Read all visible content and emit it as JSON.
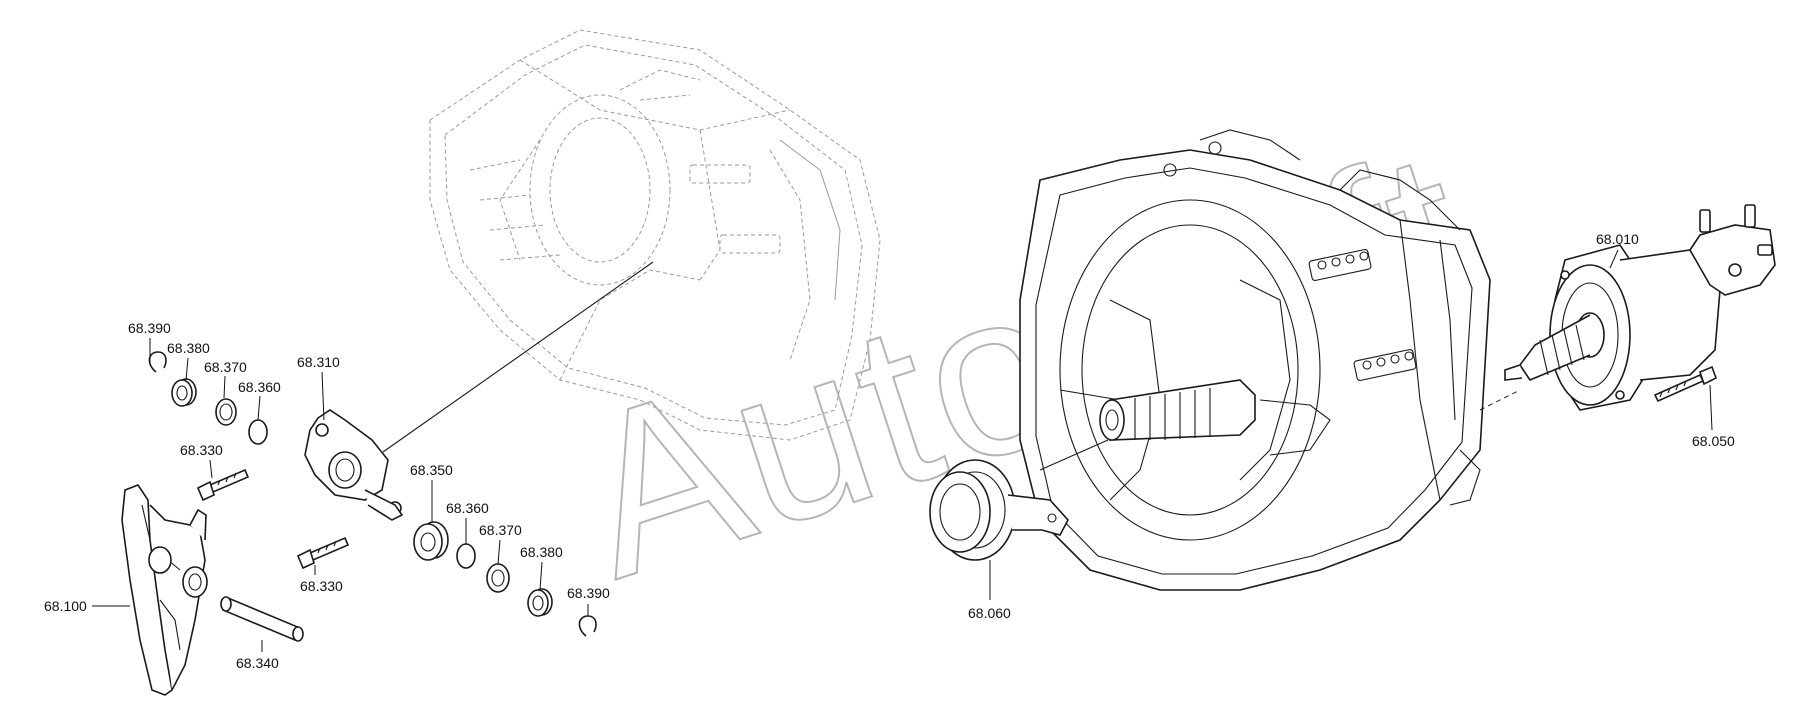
{
  "watermark": "AutoSoft",
  "parts": [
    {
      "key": "p68390a",
      "label": "68.390"
    },
    {
      "key": "p68380a",
      "label": "68.380"
    },
    {
      "key": "p68370a",
      "label": "68.370"
    },
    {
      "key": "p68360a",
      "label": "68.360"
    },
    {
      "key": "p68310",
      "label": "68.310"
    },
    {
      "key": "p68330a",
      "label": "68.330"
    },
    {
      "key": "p68350",
      "label": "68.350"
    },
    {
      "key": "p68360b",
      "label": "68.360"
    },
    {
      "key": "p68370b",
      "label": "68.370"
    },
    {
      "key": "p68380b",
      "label": "68.380"
    },
    {
      "key": "p68390b",
      "label": "68.390"
    },
    {
      "key": "p68330b",
      "label": "68.330"
    },
    {
      "key": "p68100",
      "label": "68.100"
    },
    {
      "key": "p68340",
      "label": "68.340"
    },
    {
      "key": "p68060",
      "label": "68.060"
    },
    {
      "key": "p68010",
      "label": "68.010"
    },
    {
      "key": "p68050",
      "label": "68.050"
    }
  ]
}
